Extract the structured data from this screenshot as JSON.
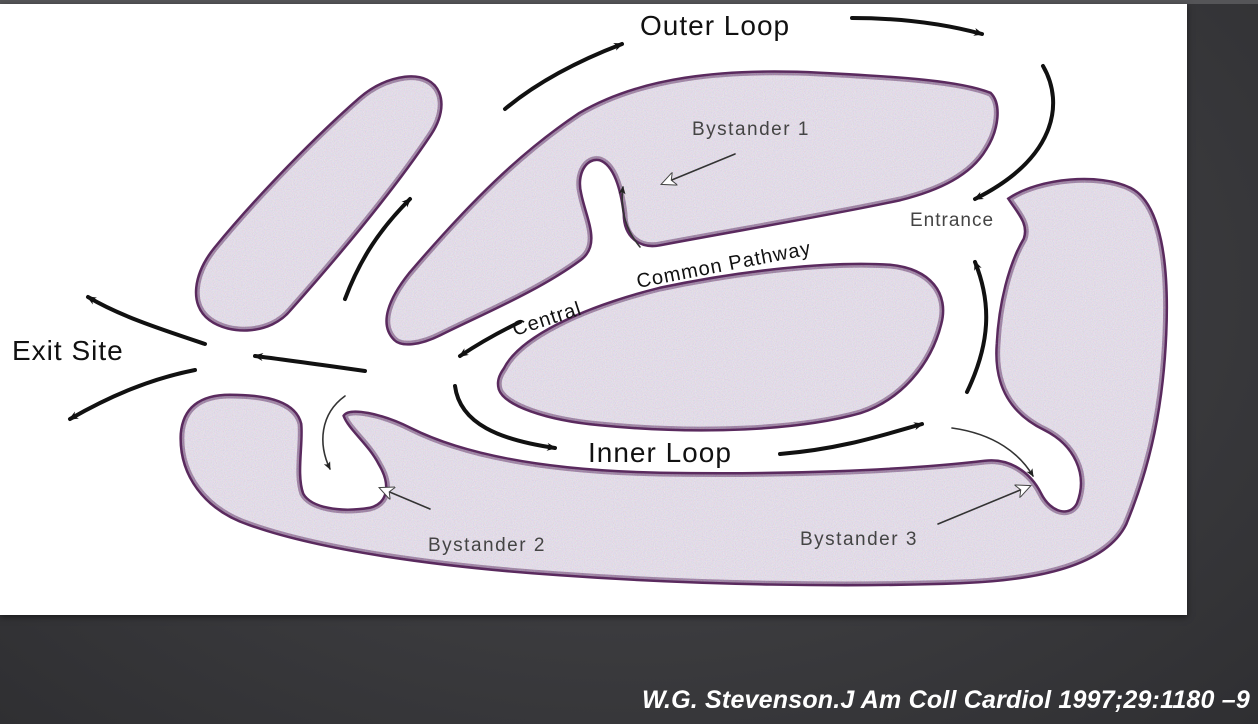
{
  "diagram": {
    "labels": {
      "outer_loop": "Outer Loop",
      "inner_loop": "Inner Loop",
      "exit_site": "Exit Site",
      "entrance": "Entrance",
      "central": "Central",
      "common_pathway": "Common Pathway",
      "bystander_1": "Bystander 1",
      "bystander_2": "Bystander 2",
      "bystander_3": "Bystander 3"
    }
  },
  "citation": "W.G. Stevenson.J Am Coll Cardiol 1997;29:1180 –9",
  "colors": {
    "slide_background": "#3a3a3d",
    "figure_background": "#ffffff",
    "scar_outline": "#5a2a5e",
    "scar_fill": "#e9e2ec",
    "arrow": "#111111",
    "citation_text": "#ffffff"
  }
}
